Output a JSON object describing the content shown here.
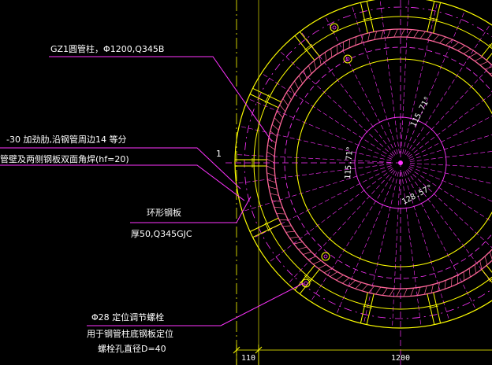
{
  "annotations": {
    "column": "GZ1圆管柱，Φ1200,Q345B",
    "stiffener": "-30 加劲肋,沿钢管周边14 等分",
    "weld": "管壁及两侧钢板双面角焊(hf=20)",
    "ring_plate": "环形钢板",
    "ring_spec": "厚50,Q345GJC",
    "bolt": "Φ28 定位调节螺栓",
    "bolt_note1": "用于钢管柱底钢板定位",
    "bolt_note2": "螺栓孔直径D=40"
  },
  "section_mark": "1",
  "angles": {
    "a1": "115.71°",
    "a2": "115.71°",
    "a3": "128.57°"
  },
  "dimensions": {
    "d1": "110",
    "d2": "1200"
  },
  "divisions": 14,
  "colors": {
    "background": "#000000",
    "leader": "#ff33ff",
    "outline": "#ffff00",
    "dashed": "#ff33ff",
    "ring": "#ff6699",
    "text": "#ffffff"
  }
}
